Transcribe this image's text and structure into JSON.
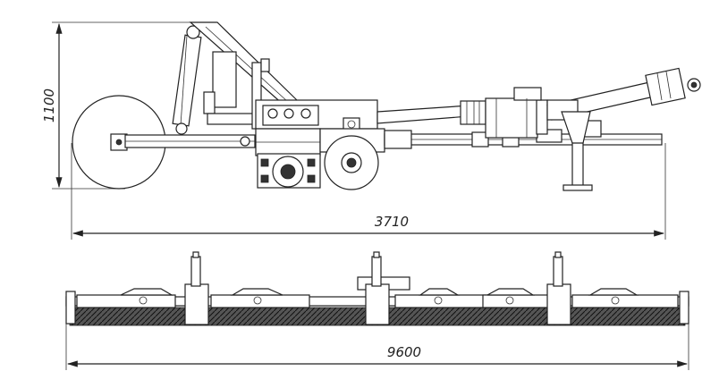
{
  "side_view": {
    "height_label": "1100",
    "length_label": "3710"
  },
  "top_view": {
    "width_label": "9600"
  }
}
